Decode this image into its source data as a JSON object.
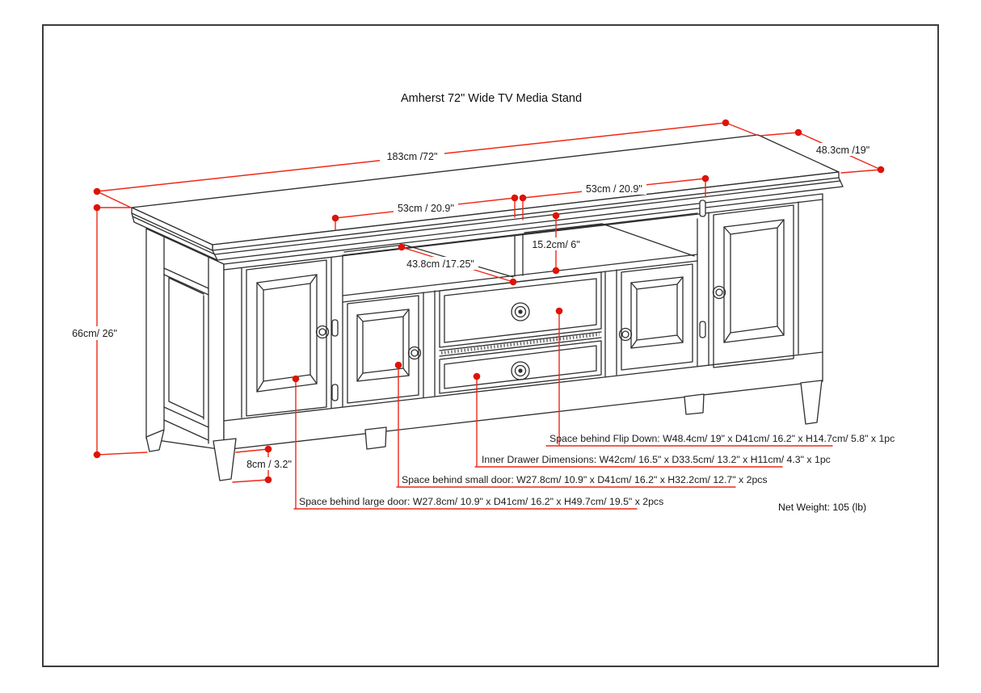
{
  "page": {
    "title": "Amherst 72\" Wide TV Media Stand",
    "net_weight": "Net Weight: 105 (lb)",
    "colors": {
      "annotation_red": "#ee2817",
      "drawing_line": "#2e2e2e"
    }
  },
  "dimensions": {
    "overall_width": "183cm /72\"",
    "overall_depth": "48.3cm /19\"",
    "overall_height": "66cm/ 26\"",
    "shelf_width_left": "53cm / 20.9''",
    "shelf_width_right": "53cm / 20.9''",
    "shelf_opening_height": "15.2cm/ 6\"",
    "shelf_depth": "43.8cm /17.25\"",
    "leg_height": "8cm / 3.2\""
  },
  "callouts": {
    "flip_down": "Space behind Flip Down: W48.4cm/ 19\" x D41cm/ 16.2\" x H14.7cm/ 5.8\" x 1pc",
    "inner_drawer": "Inner Drawer Dimensions: W42cm/ 16.5\" x D33.5cm/ 13.2\" x H11cm/ 4.3\" x 1pc",
    "small_door": "Space behind small door: W27.8cm/ 10.9\" x D41cm/ 16.2\" x H32.2cm/ 12.7\" x 2pcs",
    "large_door": "Space behind large door: W27.8cm/ 10.9\" x D41cm/ 16.2\" x H49.7cm/ 19.5\" x 2pcs"
  }
}
